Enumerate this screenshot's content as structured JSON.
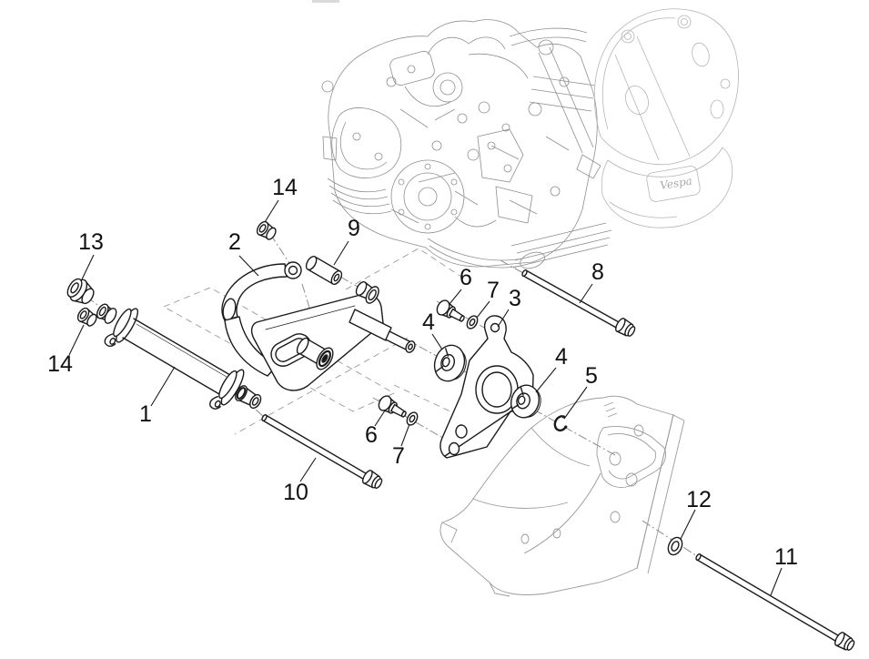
{
  "page": {
    "background": "#ffffff",
    "top_bar_color": "#d9d9d9"
  },
  "diagram": {
    "type": "exploded-parts-diagram",
    "subject": "engine mounting swing arm assembly",
    "logo_text": "Vespa",
    "ink_color": "#1a1a1a",
    "engine_line_color": "#8f8f8f",
    "cowl_line_color": "#b5b5b5",
    "frame_line_color": "#9a9a9a",
    "centerline_color": "#808080",
    "callouts": [
      {
        "label": "14"
      },
      {
        "label": "2"
      },
      {
        "label": "9"
      },
      {
        "label": "13"
      },
      {
        "label": "14"
      },
      {
        "label": "1"
      },
      {
        "label": "6"
      },
      {
        "label": "7"
      },
      {
        "label": "3"
      },
      {
        "label": "8"
      },
      {
        "label": "4"
      },
      {
        "label": "4"
      },
      {
        "label": "5"
      },
      {
        "label": "6"
      },
      {
        "label": "7"
      },
      {
        "label": "10"
      },
      {
        "label": "12"
      },
      {
        "label": "11"
      }
    ]
  }
}
